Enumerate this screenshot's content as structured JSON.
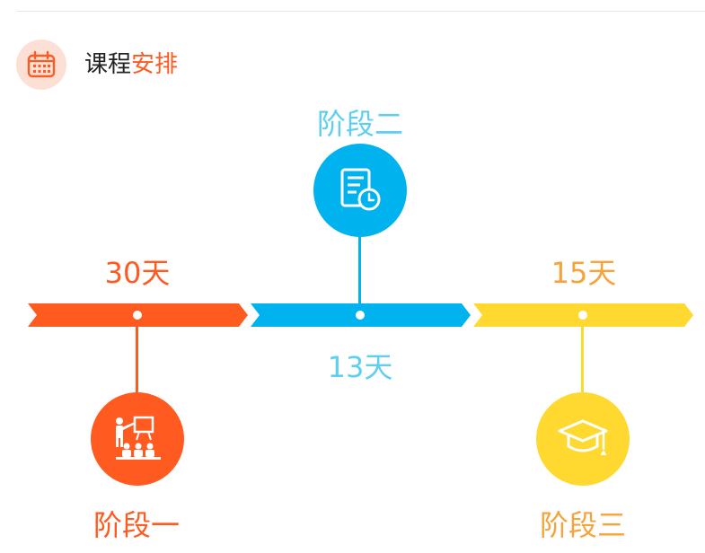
{
  "header": {
    "title_part1": "课程",
    "title_part2": "安排",
    "icon": "calendar-icon"
  },
  "colors": {
    "accent": "#ff5a1f",
    "stage1": "#ff5a1f",
    "stage2": "#00b2ee",
    "stage3": "#ffd830",
    "label1": "#ff5a1f",
    "label2": "#5fcff0",
    "label3": "#f7a23a"
  },
  "stages": [
    {
      "name": "阶段一",
      "duration": "30天",
      "icon": "classroom-presentation-icon"
    },
    {
      "name": "阶段二",
      "duration": "13天",
      "icon": "schedule-document-clock-icon"
    },
    {
      "name": "阶段三",
      "duration": "15天",
      "icon": "graduation-cap-icon"
    }
  ]
}
